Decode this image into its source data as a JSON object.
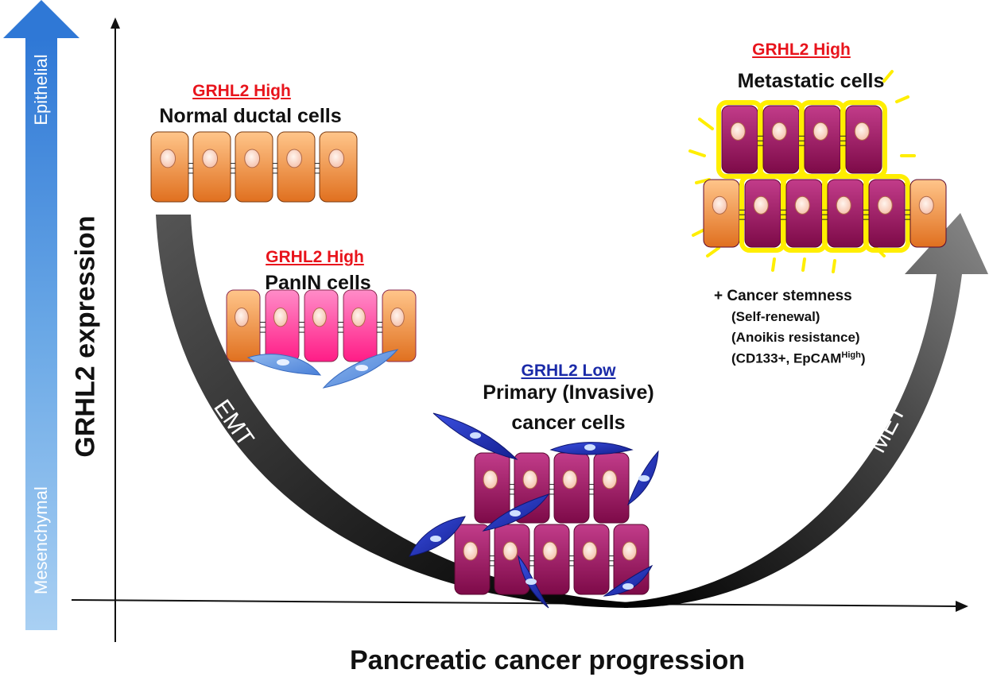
{
  "side_arrow": {
    "top_label": "Epithelial",
    "bottom_label": "Mesenchymal"
  },
  "axes": {
    "y_label": "GRHL2 expression",
    "x_label": "Pancreatic cancer progression"
  },
  "curve": {
    "left_arrow_label": "EMT",
    "right_arrow_label": "MET"
  },
  "stages": {
    "normal": {
      "level": "GRHL2 High",
      "title": "Normal ductal cells"
    },
    "panin": {
      "level": "GRHL2 High",
      "title": "PanIN cells"
    },
    "primary": {
      "level": "GRHL2 Low",
      "title_line1": "Primary (Invasive)",
      "title_line2": "cancer cells"
    },
    "metastatic": {
      "level": "GRHL2 High",
      "title": "Metastatic cells"
    }
  },
  "stemness": {
    "heading": "+ Cancer stemness",
    "items": [
      "(Self-renewal)",
      "(Anoikis resistance)"
    ],
    "markers_prefix": "(CD133+, EpCAM",
    "markers_sup": "High",
    "markers_suffix": ")"
  },
  "colors": {
    "high": "#e8141c",
    "low": "#1a2aa8",
    "normal_cell": "#f08a3c",
    "panin_cell": "#ff3f9a",
    "cancer_cell": "#a0125e",
    "mesenchymal_cell": "#2436c4",
    "glow": "#ffee00"
  }
}
